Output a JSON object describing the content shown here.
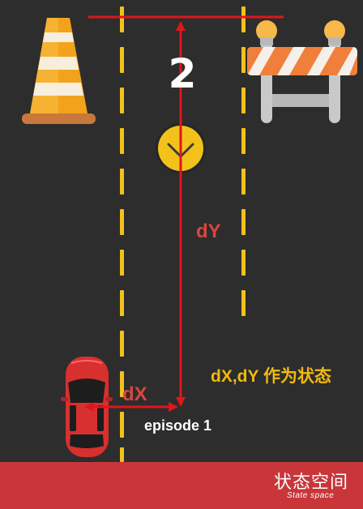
{
  "game": {
    "step_number": "2",
    "dy_label": "dY",
    "dx_label": "dX",
    "state_label": "dX,dY 作为状态",
    "episode_label": "episode 1"
  },
  "brand": {
    "title": "状态空间",
    "subtitle": "State space"
  },
  "colors": {
    "road": "#2d2d2d",
    "lane_dash": "#f2c21b",
    "measure_line": "#e0161b",
    "measure_text": "#d9463f",
    "state_text": "#f2b90f",
    "footer": "#c8363a",
    "car_body": "#d82f2f",
    "coin": "#f2c21b"
  },
  "icons": {
    "cone": "traffic-cone-icon",
    "barrier": "road-barrier-icon",
    "coin": "coin-chevron-icon",
    "car": "red-car-icon"
  }
}
